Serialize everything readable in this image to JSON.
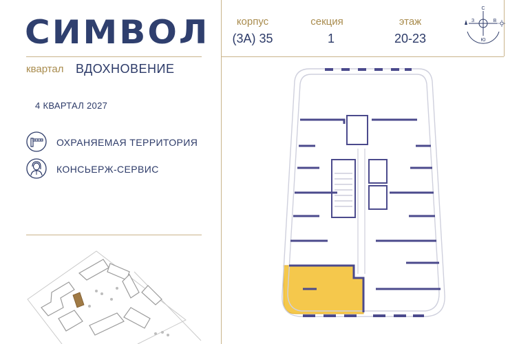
{
  "brand": {
    "logo": "СИМВОЛ"
  },
  "quarter": {
    "label": "квартал",
    "name": "ВДОХНОВЕНИЕ"
  },
  "completion": {
    "date": "4 КВАРТАЛ 2027"
  },
  "features": [
    {
      "label": "ОХРАНЯЕМАЯ ТЕРРИТОРИЯ",
      "icon": "barrier-gate-icon"
    },
    {
      "label": "КОНСЬЕРЖ-СЕРВИС",
      "icon": "concierge-icon"
    }
  ],
  "building": {
    "korpus_label": "корпус",
    "korpus_value": "(3А) 35",
    "section_label": "секция",
    "section_value": "1",
    "floor_label": "этаж",
    "floor_value": "20-23"
  },
  "compass": {
    "north": "С",
    "south": "Ю",
    "west": "З",
    "east": "В"
  },
  "colors": {
    "accent": "#c9b38a",
    "brand": "#2c3a68",
    "highlight": "#f5c84c",
    "wall": "#4b4a8c"
  }
}
